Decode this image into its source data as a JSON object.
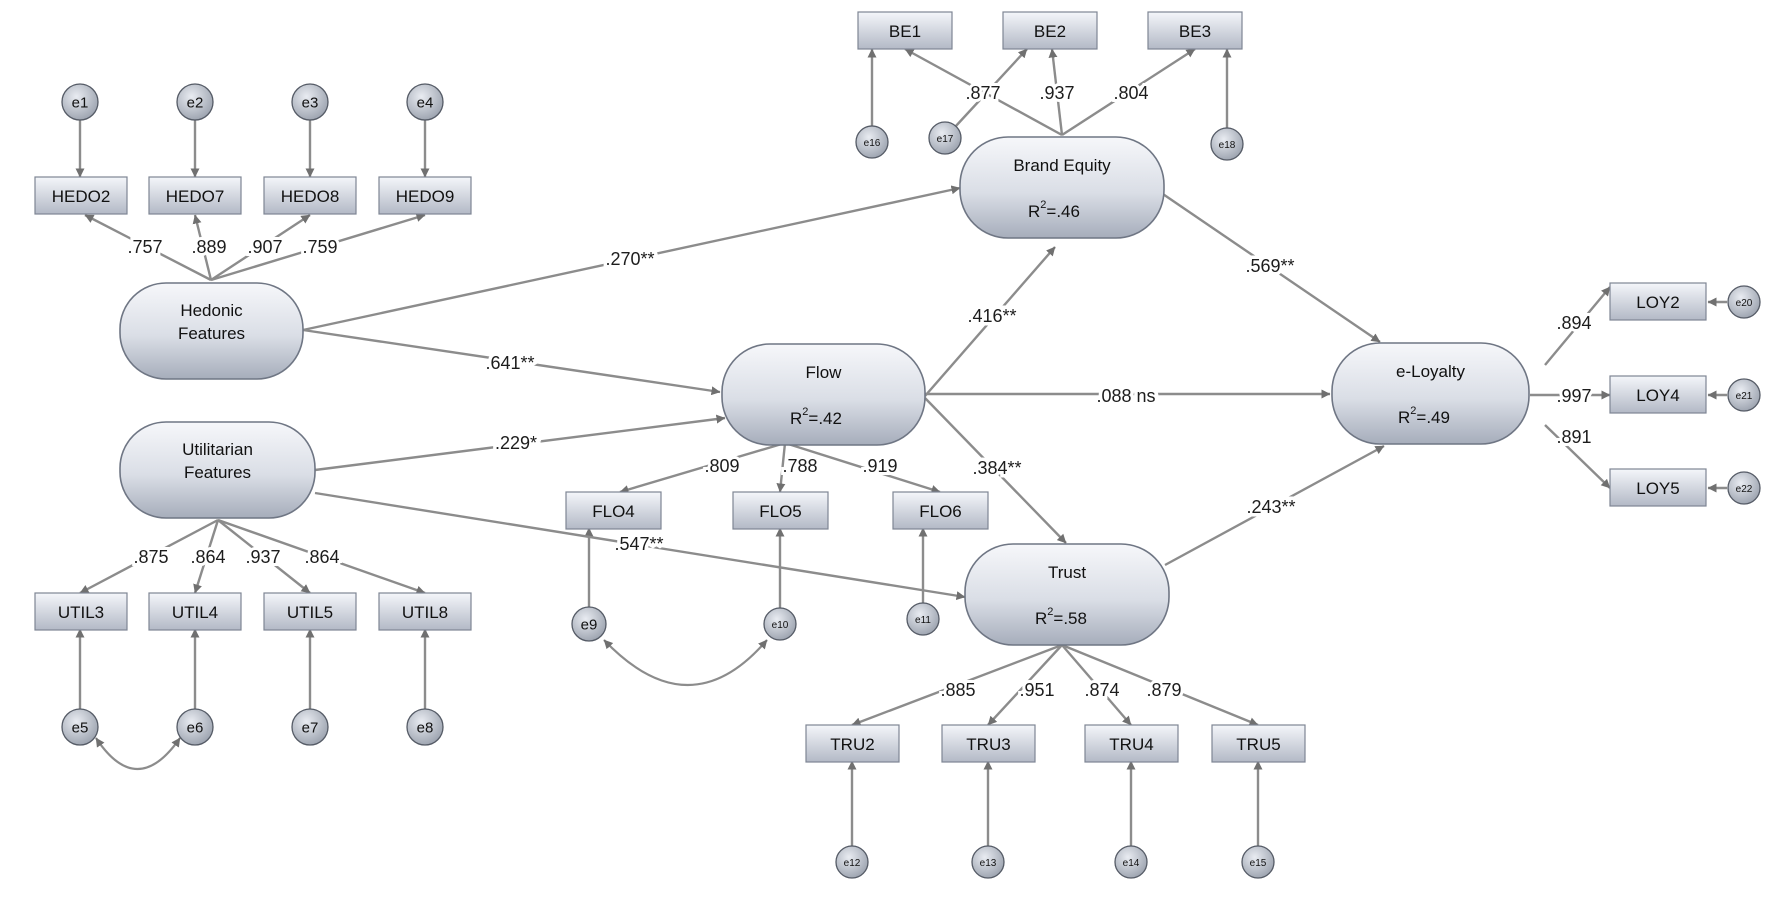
{
  "latents": {
    "hedonic": {
      "line1": "Hedonic",
      "line2": "Features"
    },
    "utilitarian": {
      "line1": "Utilitarian",
      "line2": "Features"
    },
    "flow": {
      "name": "Flow",
      "r2": "=.42"
    },
    "brand": {
      "name": "Brand Equity",
      "r2": "=.46"
    },
    "trust": {
      "name": "Trust",
      "r2": "=.58"
    },
    "loyalty": {
      "name": "e-Loyalty",
      "r2": "=.49"
    },
    "r2_prefix": "R",
    "r2_sup": "2"
  },
  "indicators": {
    "HEDO2": "HEDO2",
    "HEDO7": "HEDO7",
    "HEDO8": "HEDO8",
    "HEDO9": "HEDO9",
    "UTIL3": "UTIL3",
    "UTIL4": "UTIL4",
    "UTIL5": "UTIL5",
    "UTIL8": "UTIL8",
    "BE1": "BE1",
    "BE2": "BE2",
    "BE3": "BE3",
    "FLO4": "FLO4",
    "FLO5": "FLO5",
    "FLO6": "FLO6",
    "TRU2": "TRU2",
    "TRU3": "TRU3",
    "TRU4": "TRU4",
    "TRU5": "TRU5",
    "LOY2": "LOY2",
    "LOY4": "LOY4",
    "LOY5": "LOY5"
  },
  "errors": {
    "e1": "e1",
    "e2": "e2",
    "e3": "e3",
    "e4": "e4",
    "e5": "e5",
    "e6": "e6",
    "e7": "e7",
    "e8": "e8",
    "e9": "e9",
    "e10": "e10",
    "e11": "e11",
    "e12": "e12",
    "e13": "e13",
    "e14": "e14",
    "e15": "e15",
    "e16": "e16",
    "e17": "e17",
    "e18": "e18",
    "e20": "e20",
    "e21": "e21",
    "e22": "e22"
  },
  "paths": {
    "hedonic_brand": ".270**",
    "hedonic_flow": ".641**",
    "utilitarian_flow": ".229*",
    "utilitarian_trust": ".547**",
    "flow_brand": ".416**",
    "flow_loyalty": ".088 ns",
    "flow_trust": ".384**",
    "brand_loyalty": ".569**",
    "trust_loyalty": ".243**"
  },
  "loadings": {
    "HEDO2": ".757",
    "HEDO7": ".889",
    "HEDO8": ".907",
    "HEDO9": ".759",
    "UTIL3": ".875",
    "UTIL4": ".864",
    "UTIL5": ".937",
    "UTIL8": ".864",
    "BE1": ".877",
    "BE2": ".937",
    "BE3": ".804",
    "FLO4": ".809",
    "FLO5": ".788",
    "FLO6": ".919",
    "TRU2": ".885",
    "TRU3": ".951",
    "TRU4": ".874",
    "TRU5": ".879",
    "LOY2": ".894",
    "LOY4": ".997",
    "LOY5": ".891"
  }
}
